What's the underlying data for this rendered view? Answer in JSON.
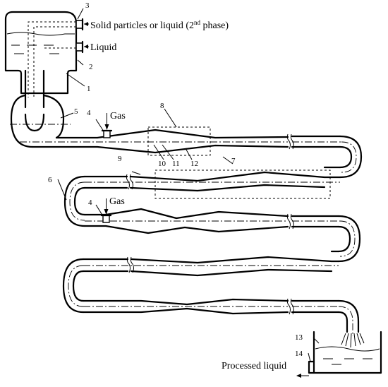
{
  "labels": {
    "solid_inlet": "Solid particles or liquid (2",
    "solid_inlet_sup": "nd",
    "solid_inlet_tail": " phase)",
    "liquid": "Liquid",
    "gas_top": "Gas",
    "gas_lower": "Gas",
    "processed_liquid": "Processed liquid"
  },
  "callouts": {
    "n1": "1",
    "n2": "2",
    "n3": "3",
    "n4a": "4",
    "n4b": "4",
    "n5": "5",
    "n6": "6",
    "n7": "7",
    "n8": "8",
    "n9": "9",
    "n10": "10",
    "n11": "11",
    "n12": "12",
    "n13": "13",
    "n14": "14"
  }
}
